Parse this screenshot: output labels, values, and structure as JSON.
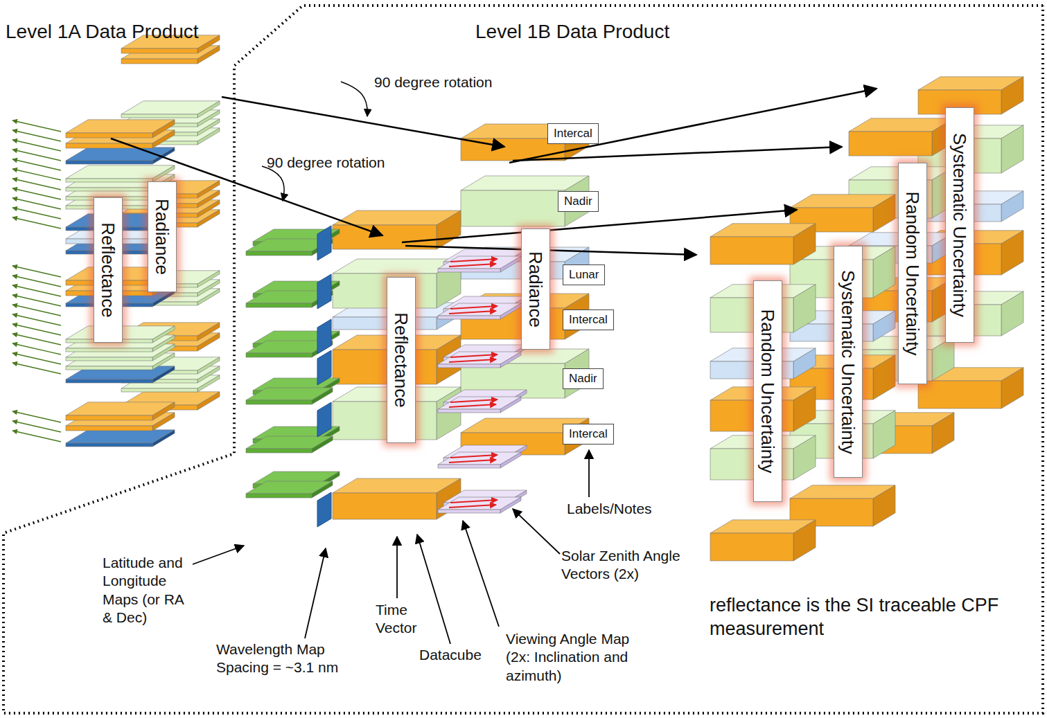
{
  "diagram": {
    "nodes": [
      {
        "text": [
          "Reflectance"
        ]
      },
      {
        "text": [
          "Radiance"
        ]
      },
      {
        "text": [
          "Intercal"
        ]
      },
      {
        "text": [
          "Nadir"
        ]
      },
      {
        "text": [
          "Lunar"
        ]
      },
      {
        "text": [
          "Intercal"
        ]
      },
      {
        "text": [
          "Nadir"
        ]
      },
      {
        "text": [
          "Intercal"
        ]
      },
      {
        "text": [
          "Reflectance"
        ]
      },
      {
        "text": [
          "Radiance"
        ]
      },
      {
        "text": [
          "Random Uncertainty"
        ]
      },
      {
        "text": [
          "Systematic Uncertainty"
        ]
      },
      {
        "text": [
          "Random Uncertainty"
        ]
      },
      {
        "text": [
          "Systematic Uncertainty"
        ]
      }
    ],
    "labels": [
      "Level 1A Data Product",
      "Level 1B Data Product",
      "90 degree rotation",
      "90 degree rotation",
      "Labels/Notes",
      "Solar Zenith Angle Vectors (2x)",
      "Latitude and Longitude Maps (or RA & Dec)",
      "Wavelength Map Spacing = ~3.1 nm",
      "Time Vector",
      "Datacube",
      "Viewing Angle Map (2x: Inclination and azimuth)",
      "reflectance is the SI traceable CPF measurement"
    ]
  }
}
